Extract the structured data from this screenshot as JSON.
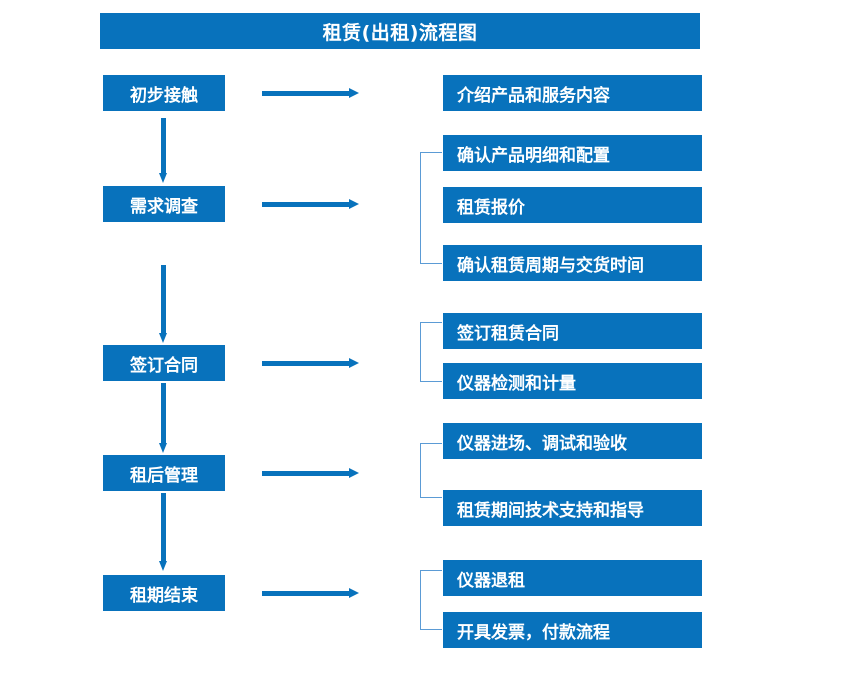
{
  "title": "租赁(出租)流程图",
  "colors": {
    "box_fill": "#0872BC",
    "box_text": "#FFFFFF",
    "arrow": "#0872BC",
    "bracket": "#5B9BD5",
    "background": "#FFFFFF"
  },
  "stages": [
    {
      "key": "initial-contact",
      "label": "初步接触",
      "details": [
        "介绍产品和服务内容"
      ],
      "bracketed": false
    },
    {
      "key": "requirements-survey",
      "label": "需求调查",
      "details": [
        "确认产品明细和配置",
        "租赁报价",
        "确认租赁周期与交货时间"
      ],
      "bracketed": true
    },
    {
      "key": "sign-contract",
      "label": "签订合同",
      "details": [
        "签订租赁合同",
        "仪器检测和计量"
      ],
      "bracketed": true
    },
    {
      "key": "post-rental-management",
      "label": "租后管理",
      "details": [
        "仪器进场、调试和验收",
        "租赁期间技术支持和指导"
      ],
      "bracketed": true
    },
    {
      "key": "lease-end",
      "label": "租期结束",
      "details": [
        "仪器退租",
        "开具发票，付款流程"
      ],
      "bracketed": true
    }
  ],
  "icons": {
    "down_arrow": "down-arrow-icon",
    "right_arrow": "right-arrow-icon",
    "bracket": "group-bracket-icon"
  }
}
